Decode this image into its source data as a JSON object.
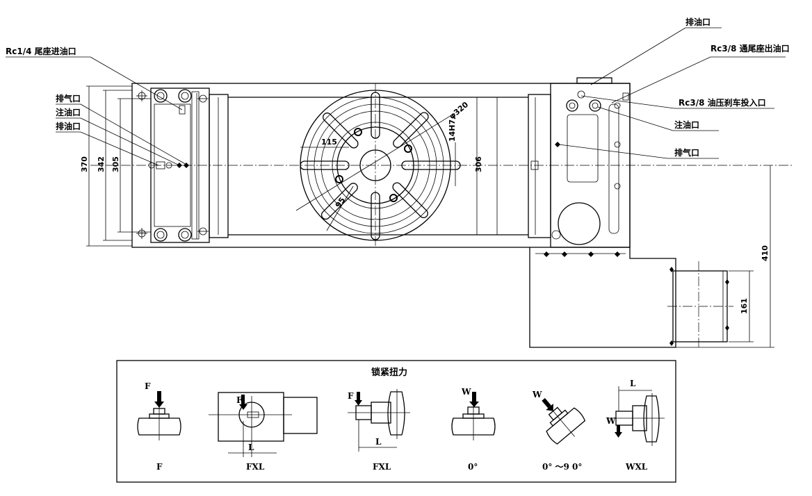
{
  "callouts": {
    "tail_inlet": "Rc1/4  尾座进油口",
    "vent_left": "排气口",
    "fill_left": "注油口",
    "drain_left": "排油口",
    "drain_top_right": "排油口",
    "tail_outlet": "Rc3/8  通尾座出油口",
    "brake_inlet": "Rc3/8  油压刹车投入口",
    "fill_right": "注油口",
    "vent_right": "排气口"
  },
  "dimensions": {
    "d370": "370",
    "d342": "342",
    "d305": "305",
    "d115": "115",
    "dia320": "φ320",
    "h14h7": "14H7",
    "d306": "306",
    "d95": "95",
    "d410": "410",
    "d161": "161"
  },
  "panel": {
    "title": "锁紧扭力",
    "diagrams": [
      {
        "caption": "F",
        "force": "F",
        "length": ""
      },
      {
        "caption": "FXL",
        "force": "F",
        "length": "L"
      },
      {
        "caption": "FXL",
        "force": "F",
        "length": "L"
      },
      {
        "caption": "0°",
        "force": "W",
        "length": ""
      },
      {
        "caption": "0° ～9 0°",
        "force": "W",
        "length": ""
      },
      {
        "caption": "WXL",
        "force": "W",
        "length": "L"
      }
    ]
  }
}
